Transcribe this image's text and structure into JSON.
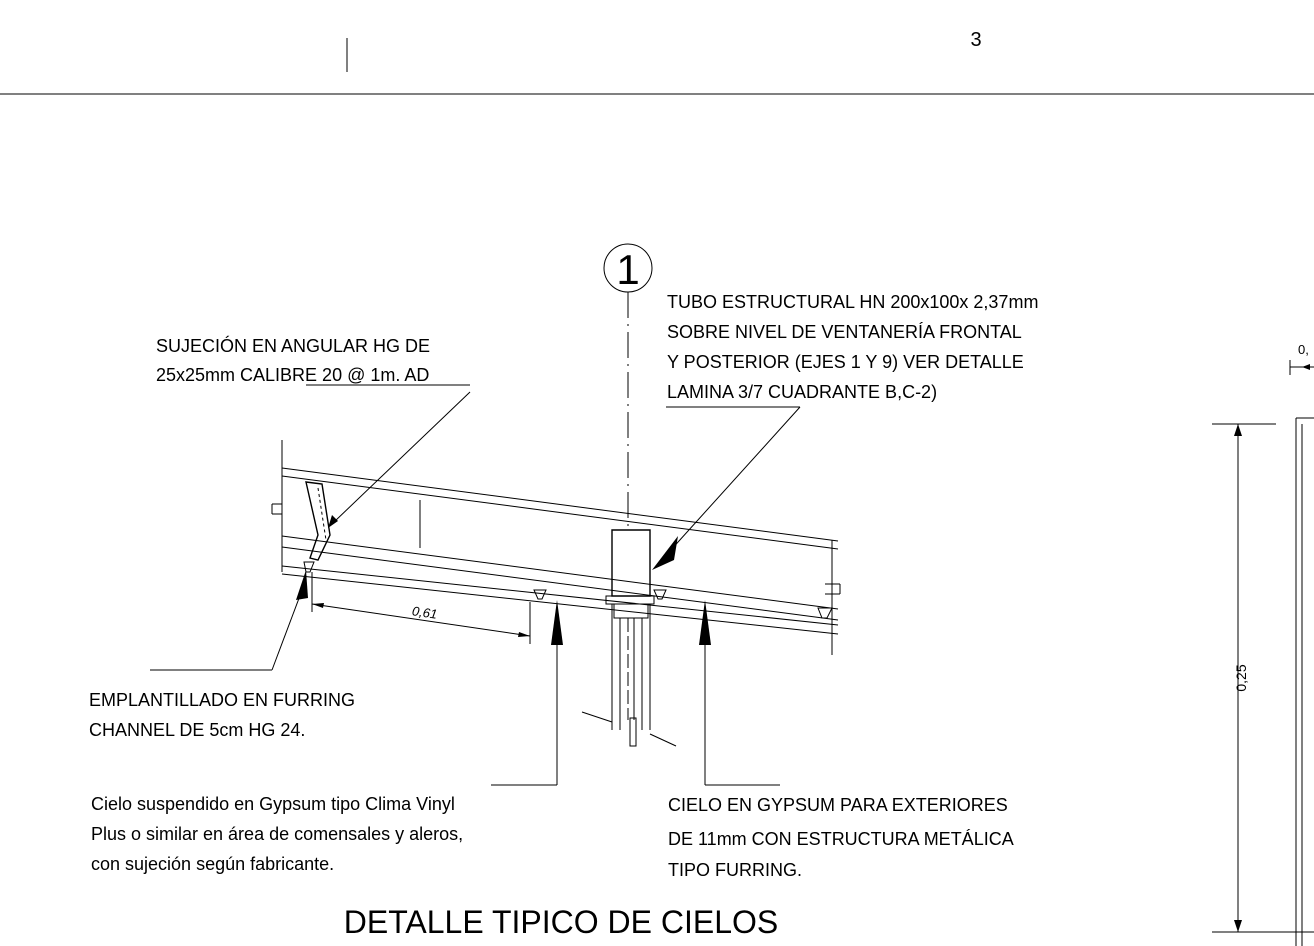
{
  "sheet": {
    "page_number": "3"
  },
  "axis_marker": {
    "label": "1"
  },
  "notes": {
    "tubo": [
      "TUBO ESTRUCTURAL HN 200x100x 2,37mm",
      "SOBRE NIVEL DE VENTANERÍA FRONTAL",
      "Y POSTERIOR (EJES 1 Y 9) VER DETALLE",
      "LAMINA 3/7 CUADRANTE B,C-2)"
    ],
    "sujecion": [
      "SUJECIÓN EN ANGULAR HG DE",
      "25x25mm CALIBRE 20 @ 1m. AD"
    ],
    "emplantillado": [
      "EMPLANTILLADO EN FURRING",
      "CHANNEL DE 5cm HG 24."
    ],
    "cielo_suspendido": [
      "Cielo suspendido en Gypsum tipo Clima Vinyl",
      "Plus o similar en área de comensales y aleros,",
      "con sujeción según fabricante."
    ],
    "cielo_exterior": [
      "CIELO EN GYPSUM PARA EXTERIORES",
      "DE 11mm CON ESTRUCTURA  METÁLICA",
      "TIPO FURRING."
    ]
  },
  "dimensions": {
    "spacing": "0,61",
    "height": "0,25",
    "top_partial": "0,"
  },
  "title": "DETALLE TIPICO DE CIELOS"
}
